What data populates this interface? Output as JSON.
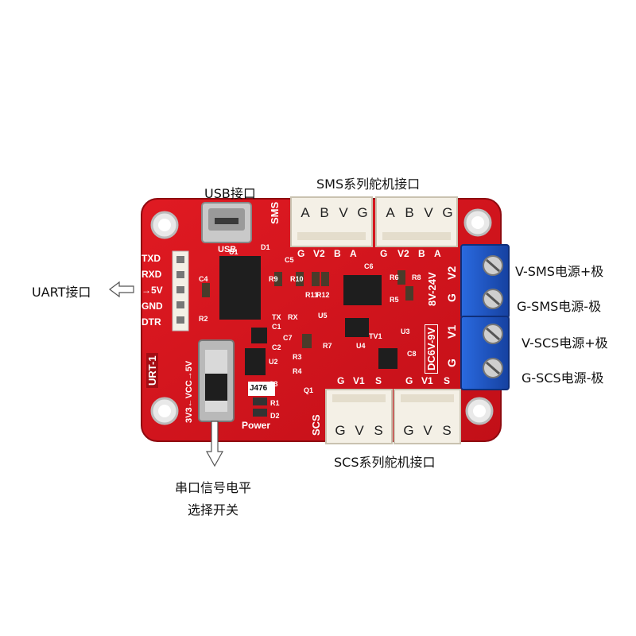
{
  "callouts": {
    "usb": "USB接口",
    "sms_port": "SMS系列舵机接口",
    "uart": "UART接口",
    "v_sms": "V-SMS电源+极",
    "g_sms": "G-SMS电源-极",
    "v_scs": "V-SCS电源+极",
    "g_scs": "G-SCS电源-极",
    "scs_port": "SCS系列舵机接口",
    "switch_line1": "串口信号电平",
    "switch_line2": "选择开关"
  },
  "board": {
    "uart_pins": [
      "TXD",
      "RXD",
      "→5V",
      "GND",
      "DTR"
    ],
    "sms_pins_a": [
      "A",
      "B",
      "V",
      "G"
    ],
    "sms_pins_b": [
      "A",
      "B",
      "V",
      "G"
    ],
    "scs_pins_a": [
      "G",
      "V",
      "S"
    ],
    "scs_pins_b": [
      "G",
      "V",
      "S"
    ],
    "scs_silk_a": [
      "G",
      "V1",
      "S"
    ],
    "scs_silk_b": [
      "G",
      "V1",
      "S"
    ],
    "sms_silk_a": [
      "G",
      "V2",
      "B",
      "A"
    ],
    "sms_silk_b": [
      "G",
      "V2",
      "B",
      "A"
    ],
    "sms_side": "SMS",
    "scs_side": "SCS",
    "usb_silk": "USB",
    "power_silk": "Power",
    "model_silk": "URT-1",
    "switch_silk": "3V3←VCC→5V",
    "voltage_sms": "8V-24V",
    "voltage_scs": "DC6V-9V",
    "terminal_v2": "V2",
    "terminal_g_top": "G",
    "terminal_v1": "V1",
    "terminal_g_bottom": "G",
    "j476": "J476",
    "labels_small": [
      "C5",
      "C4",
      "D1",
      "R9",
      "R10",
      "R11",
      "R12",
      "TX",
      "RX",
      "U5",
      "C6",
      "R6",
      "R8",
      "R5",
      "C7",
      "R7",
      "U3",
      "C8",
      "TV1",
      "U4",
      "C1",
      "C2",
      "R3",
      "R4",
      "U2",
      "Q1",
      "C3",
      "R1",
      "D2",
      "R2",
      "U1"
    ]
  },
  "colors": {
    "pcb": "#d7121b",
    "pcb_dark": "#a50d14",
    "terminal_blue": "#1c57c7",
    "connector_white": "#f4f0e6"
  }
}
